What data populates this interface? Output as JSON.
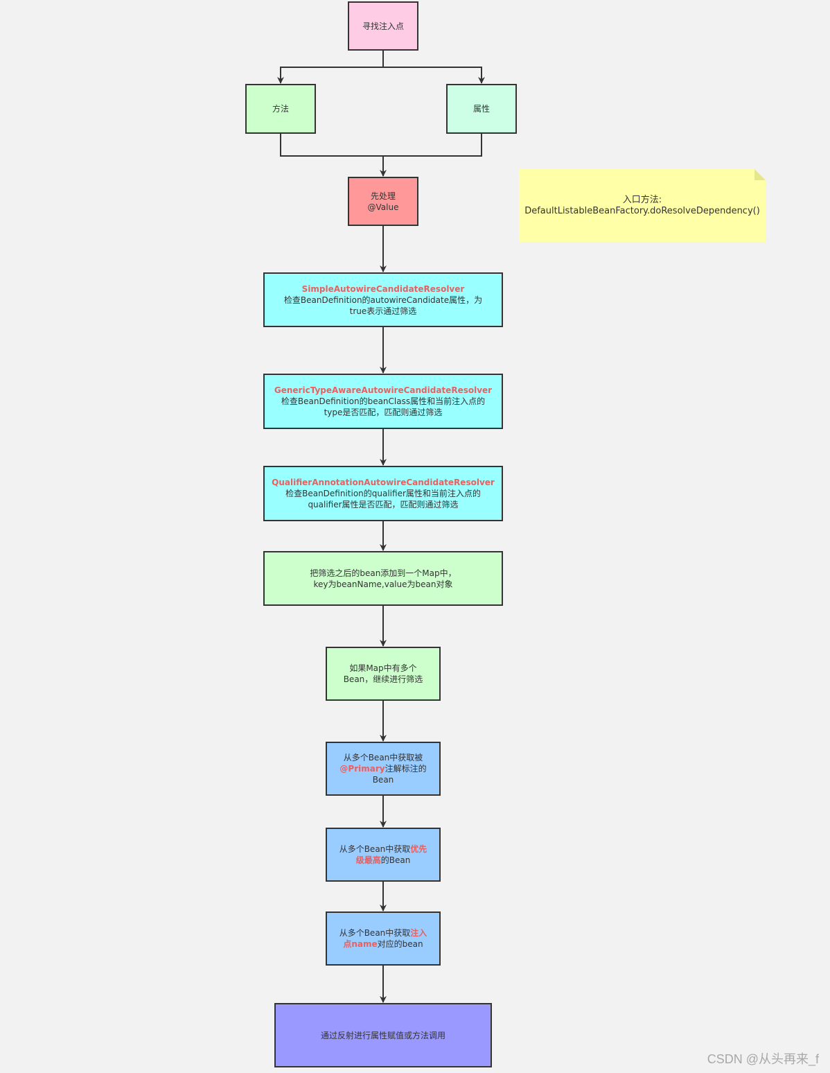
{
  "nodes": {
    "find_injection": {
      "text": "寻找注入点",
      "color": "#ffcce6"
    },
    "method": {
      "text": "方法",
      "color": "#ccffcc"
    },
    "property": {
      "text": "属性",
      "color": "#ccffe6"
    },
    "value_first": {
      "line1": "先处理",
      "line2": "@Value",
      "color": "#ff9999"
    },
    "simple_resolver": {
      "title": "SimpleAutowireCandidateResolver",
      "line1": "检查BeanDefinition的autowireCandidate属性，为",
      "line2": "true表示通过筛选",
      "color": "#99ffff"
    },
    "generic_resolver": {
      "title": "GenericTypeAwareAutowireCandidateResolver",
      "line1": "检查BeanDefinition的beanClass属性和当前注入点的",
      "line2": "type是否匹配，匹配则通过筛选",
      "color": "#99ffff"
    },
    "qualifier_resolver": {
      "title": "QualifierAnnotationAutowireCandidateResolver",
      "line1": "检查BeanDefinition的qualifier属性和当前注入点的",
      "line2": "qualifier属性是否匹配，匹配则通过筛选",
      "color": "#99ffff"
    },
    "add_to_map": {
      "line1": "把筛选之后的bean添加到一个Map中，",
      "line2": "key为beanName,value为bean对象",
      "color": "#ccffcc"
    },
    "multi_bean": {
      "line1": "如果Map中有多个",
      "line2": "Bean，继续进行筛选",
      "color": "#ccffcc"
    },
    "primary": {
      "line1": "从多个Bean中获取被",
      "highlight": "@Primary",
      "line2_rest": "注解标注的",
      "line3": "Bean",
      "color": "#99ccff"
    },
    "priority": {
      "line1_plain": "从多个Bean中获取",
      "line1_hl": "优先",
      "line2_hl": "级最高",
      "line2_rest": "的Bean",
      "color": "#99ccff"
    },
    "name_match": {
      "line1_plain": "从多个Bean中获取",
      "line1_hl": "注入",
      "line2_hl": "点name",
      "line2_rest": "对应的bean",
      "color": "#99ccff"
    },
    "reflection": {
      "text": "通过反射进行属性赋值或方法调用",
      "color": "#9999ff"
    }
  },
  "note": {
    "line1": "入口方法:",
    "line2": "DefaultListableBeanFactory.doResolveDependency()",
    "color": "#ffffa8"
  },
  "colors": {
    "stroke": "#333333",
    "highlight": "#ea5f5f",
    "background": "#f2f2f2"
  },
  "watermark": "CSDN @从头再来_f"
}
